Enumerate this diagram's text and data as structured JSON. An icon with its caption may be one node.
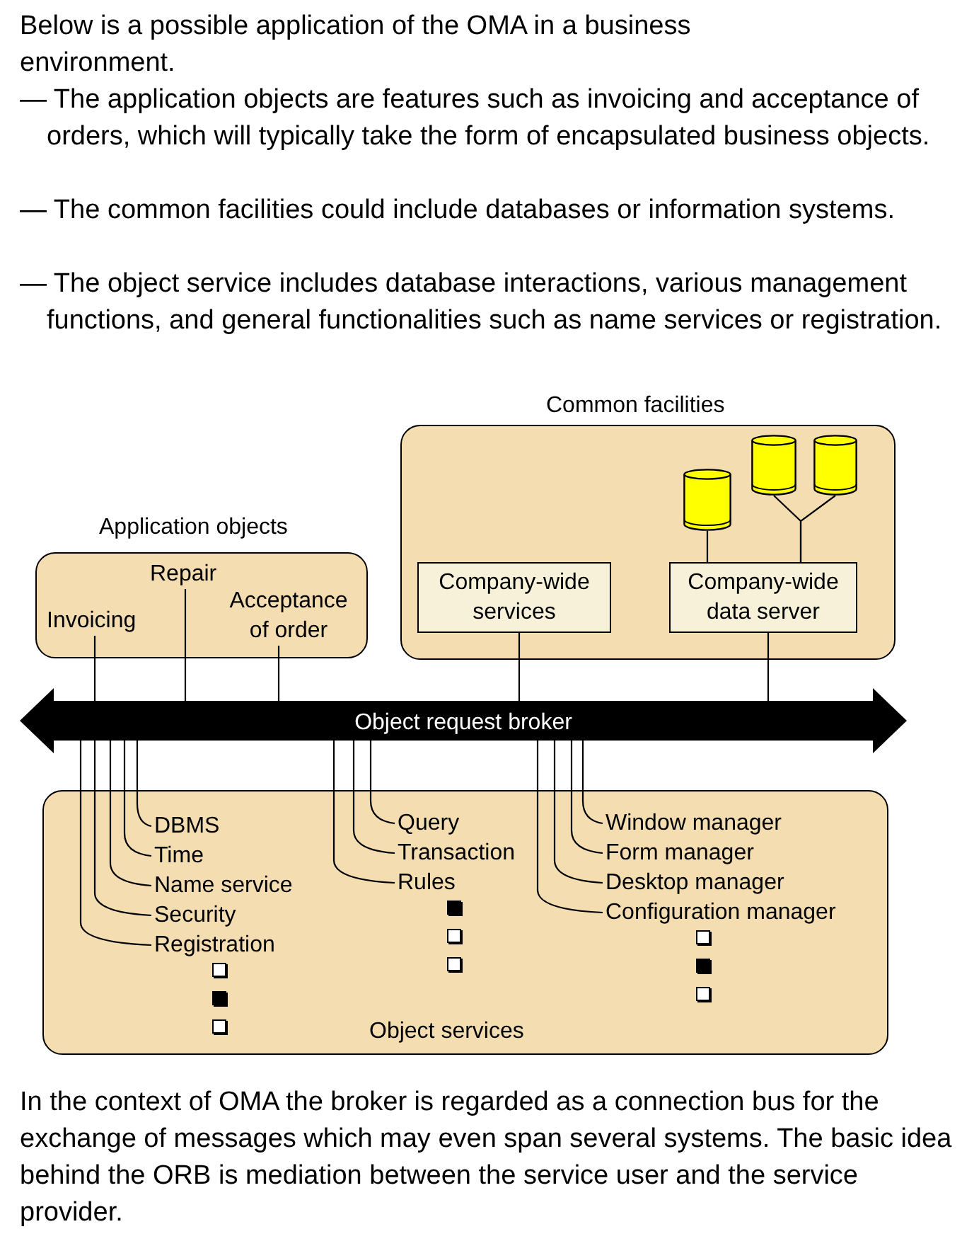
{
  "diagram": {
    "caption": "In the context of OMA the broker is regarded as a connection bus for the exchange of messages which may even span several systems.  The basic idea behind the ORB is mediation between the service user and the service provider.",
    "nodes": [
      {
        "text": [
          "Application objects"
        ]
      },
      {
        "text": [
          "Invoicing"
        ],
        "in": 0
      },
      {
        "text": [
          "Repair"
        ],
        "in": 0
      },
      {
        "text": [
          "Acceptance of order"
        ],
        "in": 0
      },
      {
        "text": [
          "Common facilities"
        ]
      },
      {
        "text": [
          "Company-wide services"
        ],
        "in": 4
      },
      {
        "text": [
          "Company-wide data server"
        ],
        "in": 4
      },
      {
        "text": [],
        "shape": "cylinder",
        "in": 4
      },
      {
        "text": [],
        "shape": "cylinder",
        "in": 4
      },
      {
        "text": [],
        "shape": "cylinder",
        "in": 4
      },
      {
        "text": [
          "Object request broker"
        ]
      },
      {
        "text": [
          "Object services"
        ]
      },
      {
        "text": [
          "DBMS"
        ],
        "in": 11
      },
      {
        "text": [
          "Time"
        ],
        "in": 11
      },
      {
        "text": [
          "Name service"
        ],
        "in": 11
      },
      {
        "text": [
          "Security"
        ],
        "in": 11
      },
      {
        "text": [
          "Registration"
        ],
        "in": 11
      },
      {
        "text": [
          "Query"
        ],
        "in": 11
      },
      {
        "text": [
          "Transaction"
        ],
        "in": 11
      },
      {
        "text": [
          "Rules"
        ],
        "in": 11
      },
      {
        "text": [
          "Window manager"
        ],
        "in": 11
      },
      {
        "text": [
          "Form manager"
        ],
        "in": 11
      },
      {
        "text": [
          "Desktop manager"
        ],
        "in": 11
      },
      {
        "text": [
          "Configuration manager"
        ],
        "in": 11
      }
    ],
    "edges": [
      {
        "from": 1,
        "to": 10,
        "arrow": "none"
      },
      {
        "from": 2,
        "to": 10,
        "arrow": "none"
      },
      {
        "from": 3,
        "to": 10,
        "arrow": "none"
      },
      {
        "from": 5,
        "to": 10,
        "arrow": "none"
      },
      {
        "from": 6,
        "to": 10,
        "arrow": "none"
      },
      {
        "from": 7,
        "to": 6,
        "arrow": "none"
      },
      {
        "from": 8,
        "to": 6,
        "arrow": "none"
      },
      {
        "from": 9,
        "to": 6,
        "arrow": "none"
      },
      {
        "from": 10,
        "to": 12,
        "arrow": "none"
      },
      {
        "from": 10,
        "to": 13,
        "arrow": "none"
      },
      {
        "from": 10,
        "to": 14,
        "arrow": "none"
      },
      {
        "from": 10,
        "to": 15,
        "arrow": "none"
      },
      {
        "from": 10,
        "to": 16,
        "arrow": "none"
      },
      {
        "from": 10,
        "to": 17,
        "arrow": "none"
      },
      {
        "from": 10,
        "to": 18,
        "arrow": "none"
      },
      {
        "from": 10,
        "to": 19,
        "arrow": "none"
      },
      {
        "from": 10,
        "to": 20,
        "arrow": "none"
      },
      {
        "from": 10,
        "to": 21,
        "arrow": "none"
      },
      {
        "from": 10,
        "to": 22,
        "arrow": "none"
      },
      {
        "from": 10,
        "to": 23,
        "arrow": "none"
      }
    ],
    "labels": [
      "Below is a possible application of the OMA in a business environment.",
      "— The application objects are features such as invoicing and acceptance of orders, which will typically take the form of encapsulated business objects.",
      "— The common facilities could include databases or information systems.",
      "— The object service includes database interactions, various management functions, and general functionalities such as name services or registration."
    ]
  }
}
